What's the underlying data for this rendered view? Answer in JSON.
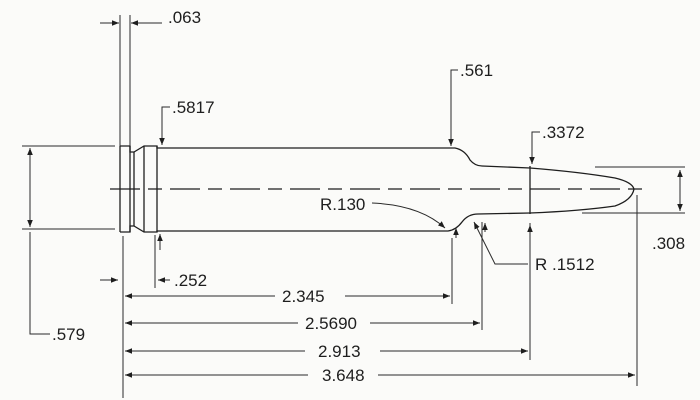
{
  "diagram": {
    "type": "cartridge dimension drawing",
    "dimensions": {
      "rim_thickness": ".063",
      "base_diameter": ".5817",
      "rim_diameter": ".579",
      "extractor_groove": ".252",
      "shoulder_diameter": ".561",
      "neck_diameter": ".3372",
      "bullet_diameter": ".308",
      "shoulder_radius": "R.130",
      "neck_radius": "R .1512",
      "length_to_shoulder": "2.345",
      "length_to_neck": "2.5690",
      "case_length": "2.913",
      "overall_length": "3.648"
    }
  }
}
